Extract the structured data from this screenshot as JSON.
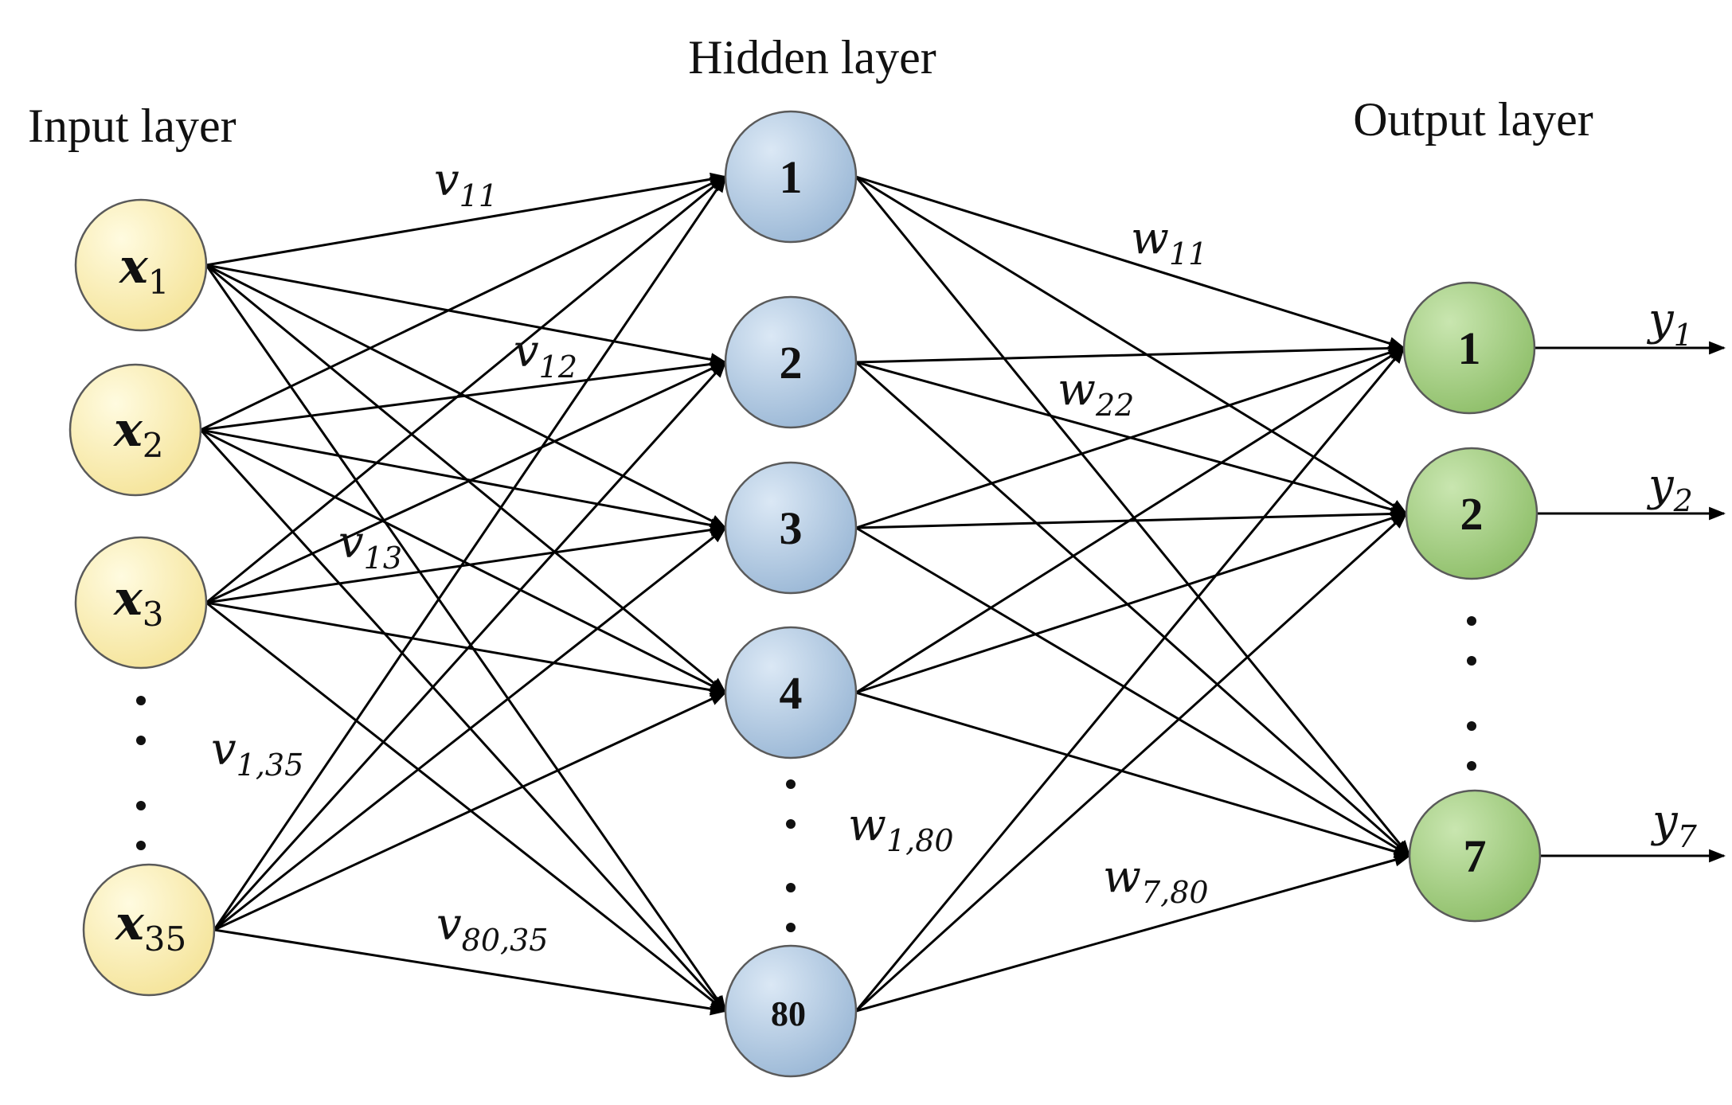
{
  "layers": {
    "input": {
      "title": "Input layer",
      "nodes": [
        {
          "var": "x",
          "sub": "1"
        },
        {
          "var": "x",
          "sub": "2"
        },
        {
          "var": "x",
          "sub": "3"
        },
        {
          "var": "x",
          "sub": "35"
        }
      ]
    },
    "hidden": {
      "title": "Hidden layer",
      "nodes": [
        "1",
        "2",
        "3",
        "4",
        "80"
      ]
    },
    "output": {
      "title": "Output layer",
      "nodes": [
        "1",
        "2",
        "7"
      ],
      "outputs": [
        {
          "var": "y",
          "sub": "1"
        },
        {
          "var": "y",
          "sub": "2"
        },
        {
          "var": "y",
          "sub": "7"
        }
      ]
    }
  },
  "weights": {
    "v": [
      {
        "var": "v",
        "sub": "11"
      },
      {
        "var": "v",
        "sub": "12"
      },
      {
        "var": "v",
        "sub": "13"
      },
      {
        "var": "v",
        "sub": "1,35"
      },
      {
        "var": "v",
        "sub": "80,35"
      }
    ],
    "w": [
      {
        "var": "w",
        "sub": "11"
      },
      {
        "var": "w",
        "sub": "22"
      },
      {
        "var": "w",
        "sub": "1,80"
      },
      {
        "var": "w",
        "sub": "7,80"
      }
    ]
  },
  "colors": {
    "input_node": "#f5e49a",
    "hidden_node": "#9bb8d6",
    "output_node": "#8fbf6a"
  }
}
